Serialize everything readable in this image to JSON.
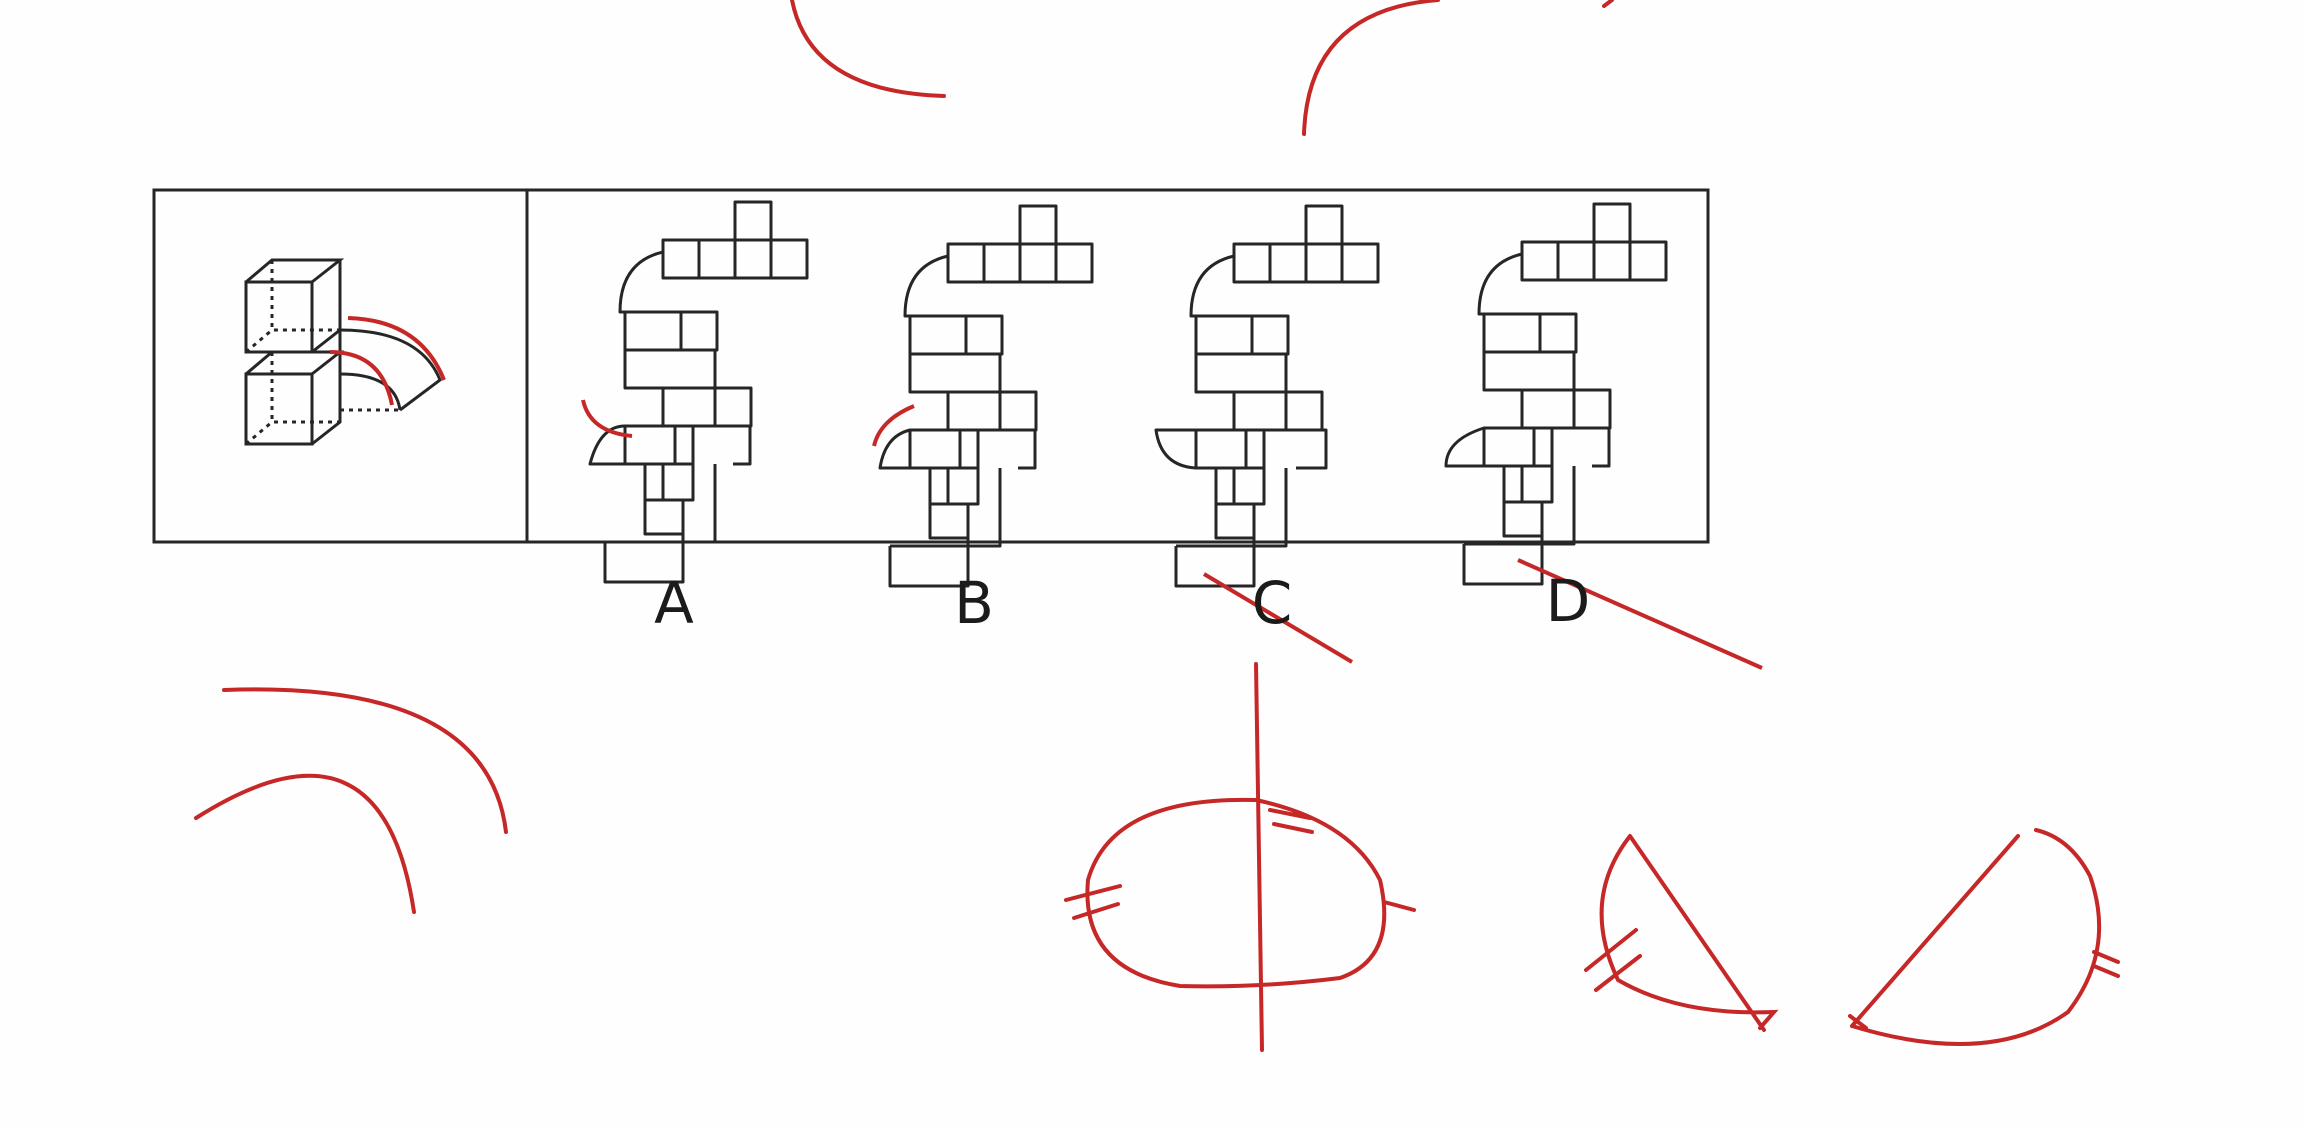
{
  "colors": {
    "line": "#262626",
    "ink": "#c62828",
    "background": "#fefefe"
  },
  "puzzle": {
    "reference": {
      "name": "reference-solid"
    },
    "options": [
      {
        "key": "a",
        "label": "A",
        "crossed_out": false
      },
      {
        "key": "b",
        "label": "B",
        "crossed_out": false
      },
      {
        "key": "c",
        "label": "C",
        "crossed_out": true
      },
      {
        "key": "d",
        "label": "D",
        "crossed_out": true
      }
    ]
  }
}
